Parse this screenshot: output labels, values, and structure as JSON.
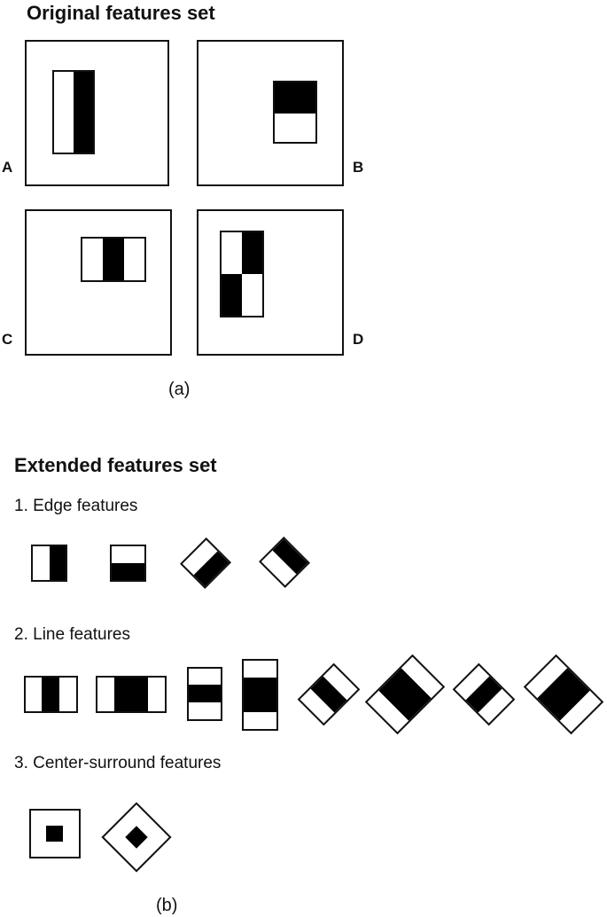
{
  "section_a": {
    "title": "Original features set",
    "panels": [
      {
        "letter": "A",
        "feature": "two-rectangle vertical edge (white | black)"
      },
      {
        "letter": "B",
        "feature": "two-rectangle horizontal edge (black / white)"
      },
      {
        "letter": "C",
        "feature": "three-rectangle line (white | black | white)"
      },
      {
        "letter": "D",
        "feature": "four-rectangle checkerboard"
      }
    ],
    "caption": "(a)"
  },
  "section_b": {
    "title": "Extended features set",
    "groups": [
      {
        "label": "1. Edge features",
        "count": 4
      },
      {
        "label": "2. Line features",
        "count": 8
      },
      {
        "label": "3. Center-surround features",
        "count": 2
      }
    ],
    "caption": "(b)"
  },
  "colors": {
    "stroke": "#111111",
    "fill_dark": "#000000",
    "fill_light": "#ffffff"
  }
}
